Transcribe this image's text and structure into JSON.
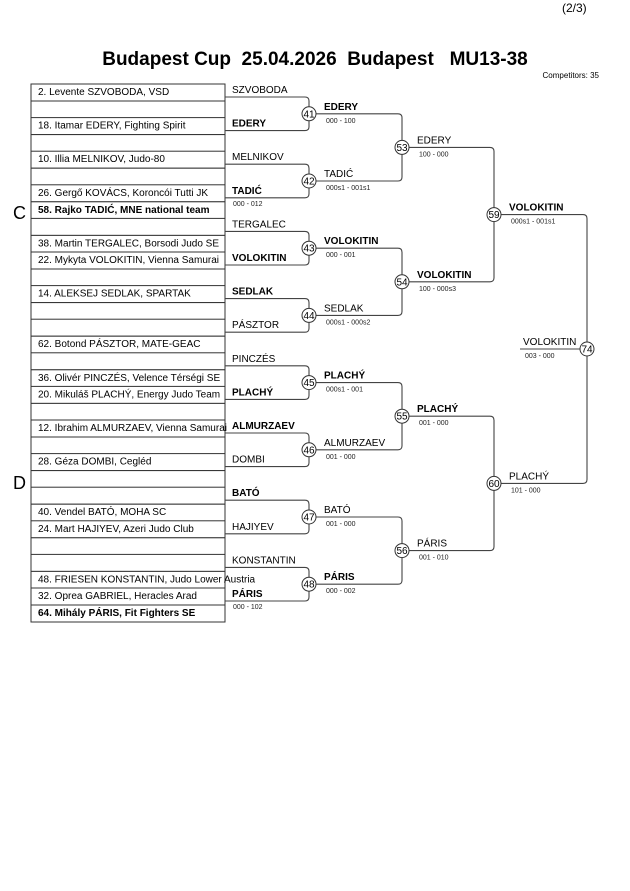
{
  "page_indicator": "(2/3)",
  "title": "Budapest Cup  25.04.2026  Budapest   MU13-38",
  "competitors_count": "Competitors: 35",
  "pool_labels": [
    "C",
    "D"
  ],
  "blocks": [
    {
      "top": "2. Levente SZVOBODA, VSD",
      "bottom": ""
    },
    {
      "top": "18. Itamar EDERY, Fighting Spirit",
      "bottom": ""
    },
    {
      "top": "10. Illia MELNIKOV, Judo-80",
      "bottom": ""
    },
    {
      "top": "26. Gergő KOVÁCS, Koroncói Tutti JK",
      "bottom": "58. Rajko TADIĆ, MNE national team",
      "bottom_bold": true
    },
    {
      "top": "",
      "bottom": "38. Martin TERGALEC, Borsodi Judo SE"
    },
    {
      "top": "22. Mykyta VOLOKITIN, Vienna Samurai",
      "bottom": ""
    },
    {
      "top": "14. ALEKSEJ SEDLAK, SPARTAK",
      "bottom": ""
    },
    {
      "top": "",
      "bottom": "62. Botond PÁSZTOR, MATE-GEAC"
    },
    {
      "top": "",
      "bottom": "36. Olivér PINCZÉS, Velence Térségi SE"
    },
    {
      "top": "20. Mikuláš PLACHÝ, Energy Judo Team",
      "bottom": ""
    },
    {
      "top": "12. Ibrahim ALMURZAEV, Vienna Samurai",
      "bottom": ""
    },
    {
      "top": "28. Géza DOMBI, Cegléd",
      "bottom": ""
    },
    {
      "top": "",
      "bottom": "40. Vendel BATÓ, MOHA SC"
    },
    {
      "top": "24. Mart HAJIYEV, Azeri Judo Club",
      "bottom": ""
    },
    {
      "top": "",
      "bottom": "48. FRIESEN KONSTANTIN, Judo Lower Austria"
    },
    {
      "top": "32. Oprea GABRIEL, Heracles Arad",
      "bottom": "64. Mihály PÁRIS, Fit Fighters SE",
      "bottom_bold": true
    }
  ],
  "entries": [
    {
      "name": "SZVOBODA",
      "bold": false
    },
    {
      "name": "EDERY",
      "bold": true
    },
    {
      "name": "MELNIKOV",
      "bold": false
    },
    {
      "name": "TADIĆ",
      "bold": true,
      "score": "000 - 012"
    },
    {
      "name": "TERGALEC",
      "bold": false
    },
    {
      "name": "VOLOKITIN",
      "bold": true
    },
    {
      "name": "SEDLAK",
      "bold": true
    },
    {
      "name": "PÁSZTOR",
      "bold": false
    },
    {
      "name": "PINCZÉS",
      "bold": false
    },
    {
      "name": "PLACHÝ",
      "bold": true
    },
    {
      "name": "ALMURZAEV",
      "bold": true
    },
    {
      "name": "DOMBI",
      "bold": false
    },
    {
      "name": "BATÓ",
      "bold": true
    },
    {
      "name": "HAJIYEV",
      "bold": false
    },
    {
      "name": "KONSTANTIN",
      "bold": false
    },
    {
      "name": "PÁRIS",
      "bold": true,
      "score": "000 - 102"
    }
  ],
  "rounds": [
    [
      {
        "no": "41",
        "winner": "EDERY",
        "bold": true,
        "score": "000 - 100"
      },
      {
        "no": "42",
        "winner": "TADIĆ",
        "bold": false,
        "score": "000s1 - 001s1"
      },
      {
        "no": "43",
        "winner": "VOLOKITIN",
        "bold": true,
        "score": "000 - 001"
      },
      {
        "no": "44",
        "winner": "SEDLAK",
        "bold": false,
        "score": "000s1 - 000s2"
      },
      {
        "no": "45",
        "winner": "PLACHÝ",
        "bold": true,
        "score": "000s1 - 001"
      },
      {
        "no": "46",
        "winner": "ALMURZAEV",
        "bold": false,
        "score": "001 - 000"
      },
      {
        "no": "47",
        "winner": "BATÓ",
        "bold": false,
        "score": "001 - 000"
      },
      {
        "no": "48",
        "winner": "PÁRIS",
        "bold": true,
        "score": "000 - 002"
      }
    ],
    [
      {
        "no": "53",
        "winner": "EDERY",
        "bold": false,
        "score": "100 - 000"
      },
      {
        "no": "54",
        "winner": "VOLOKITIN",
        "bold": true,
        "score": "100 - 000s3"
      },
      {
        "no": "55",
        "winner": "PLACHÝ",
        "bold": true,
        "score": "001 - 000"
      },
      {
        "no": "56",
        "winner": "PÁRIS",
        "bold": false,
        "score": "001 - 010"
      }
    ],
    [
      {
        "no": "59",
        "winner": "VOLOKITIN",
        "bold": true,
        "score": "000s1 - 001s1"
      },
      {
        "no": "60",
        "winner": "PLACHÝ",
        "bold": false,
        "score": "101 - 000"
      }
    ],
    [
      {
        "no": "74",
        "winner": "VOLOKITIN",
        "bold": false,
        "score": "003 - 000"
      }
    ]
  ]
}
